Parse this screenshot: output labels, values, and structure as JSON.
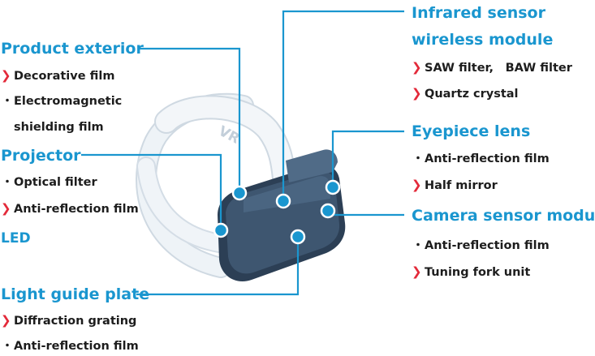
{
  "colors": {
    "accent": "#1a96cf",
    "arrow": "#e32a3a",
    "text": "#1d1d1d",
    "headset_body": "#3e5670",
    "headset_dark": "#2c3f55",
    "strap": "#e3eaf0"
  },
  "headset": {
    "strap_label": "VR"
  },
  "sections": {
    "product_exterior": {
      "title": "Product exterior",
      "items": [
        {
          "marker": "arrow",
          "text": "Decorative film"
        },
        {
          "marker": "dot",
          "text": "Electromagnetic"
        },
        {
          "marker": "none",
          "text": "shielding film"
        }
      ]
    },
    "projector": {
      "title": "Projector",
      "items": [
        {
          "marker": "dot",
          "text": "Optical filter"
        },
        {
          "marker": "arrow",
          "text": "Anti-reflection film"
        }
      ]
    },
    "led": {
      "title": "LED"
    },
    "light_guide_plate": {
      "title": "Light guide plate",
      "items": [
        {
          "marker": "arrow",
          "text": "Diffraction grating"
        },
        {
          "marker": "dot",
          "text": "Anti-reflection film"
        }
      ]
    },
    "infrared_sensor": {
      "title_line1": "Infrared sensor",
      "title_line2": "wireless module",
      "items": [
        {
          "marker": "arrow",
          "text": "SAW filter,　BAW filter"
        },
        {
          "marker": "arrow",
          "text": "Quartz crystal"
        }
      ]
    },
    "eyepiece_lens": {
      "title": "Eyepiece lens",
      "items": [
        {
          "marker": "dot",
          "text": "Anti-reflection film"
        },
        {
          "marker": "arrow",
          "text": "Half mirror"
        }
      ]
    },
    "camera_sensor": {
      "title": "Camera sensor module",
      "items": [
        {
          "marker": "dot",
          "text": "Anti-reflection film"
        },
        {
          "marker": "arrow",
          "text": "Tuning fork unit"
        }
      ]
    }
  },
  "markers": {
    "arrow": "❯",
    "dot": "・",
    "none": ""
  }
}
